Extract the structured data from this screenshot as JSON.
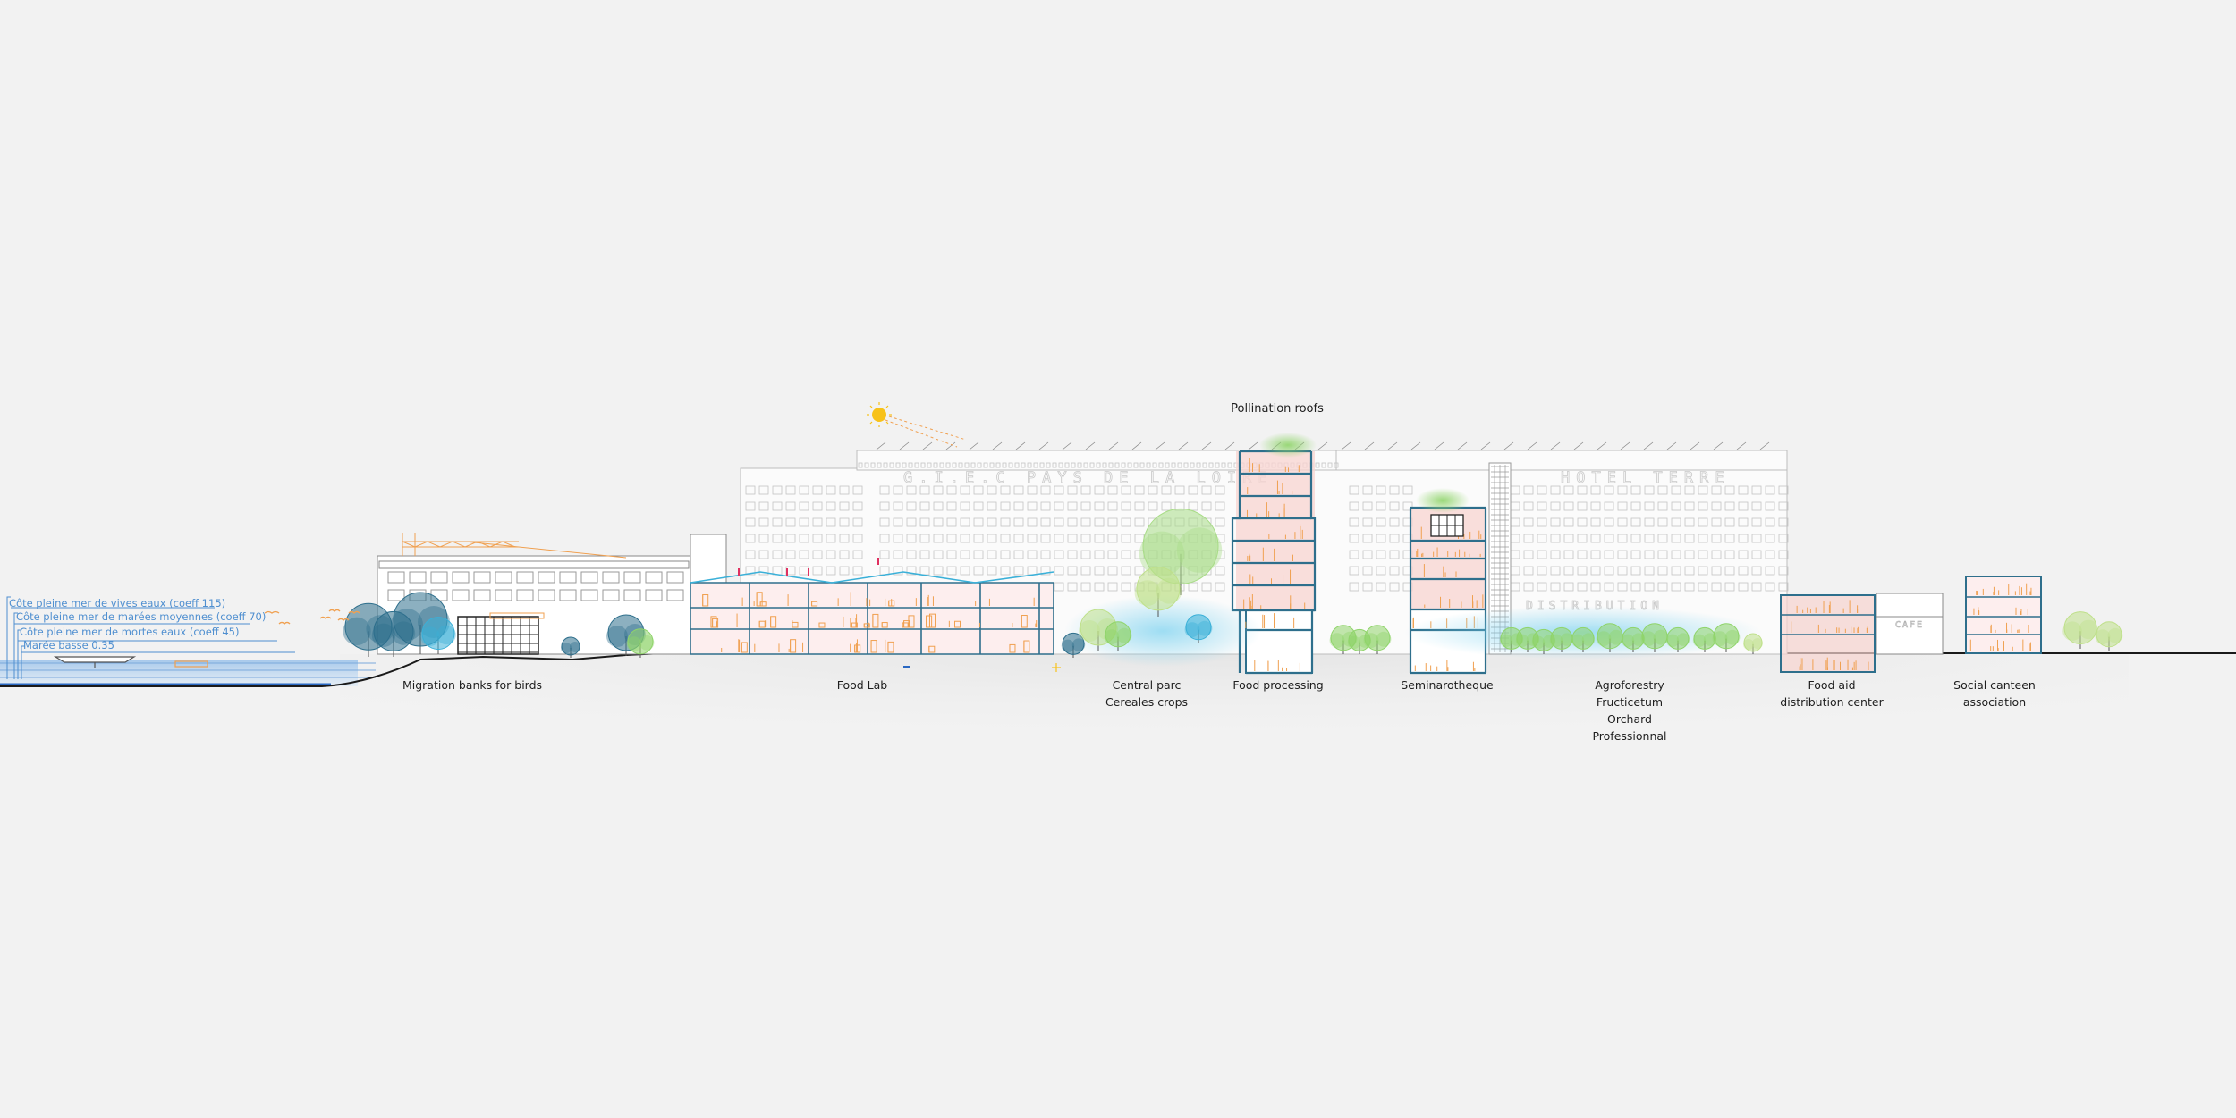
{
  "tide_levels": [
    "Côte pleine mer de vives eaux (coeff 115)",
    "Côte pleine mer de marées moyennes (coeff 70)",
    "Côte pleine mer de mortes eaux (coeff 45)",
    "Marée basse 0.35"
  ],
  "header": {
    "pollination": "Pollination roofs"
  },
  "building_signs": {
    "left_facade": "G.I.E.C PAYS DE LA LOIRE",
    "right_facade": "HOTEL TERRE",
    "ground_band": "DISTRIBUTION",
    "cafe": "CAFE"
  },
  "zones": {
    "migration": "Migration banks for birds",
    "food_lab": "Food Lab",
    "central_parc_1": "Central parc",
    "central_parc_2": "Cereales crops",
    "food_processing": "Food processing",
    "seminarotheque": "Seminarotheque",
    "agro_1": "Agroforestry",
    "agro_2": "Fructicetum",
    "agro_3": "Orchard",
    "agro_4": "Professionnal",
    "food_aid_1": "Food aid",
    "food_aid_2": "distribution center",
    "canteen_1": "Social canteen",
    "canteen_2": "association"
  },
  "colors": {
    "background": "#f2f2f2",
    "structure": "#2e6f8c",
    "accent_orange": "#f0a050",
    "interior_pink": "#f8d4d0",
    "water_blue": "#4f8fd0",
    "foliage_green": "#8fd46a",
    "sun": "#f7c21a"
  }
}
